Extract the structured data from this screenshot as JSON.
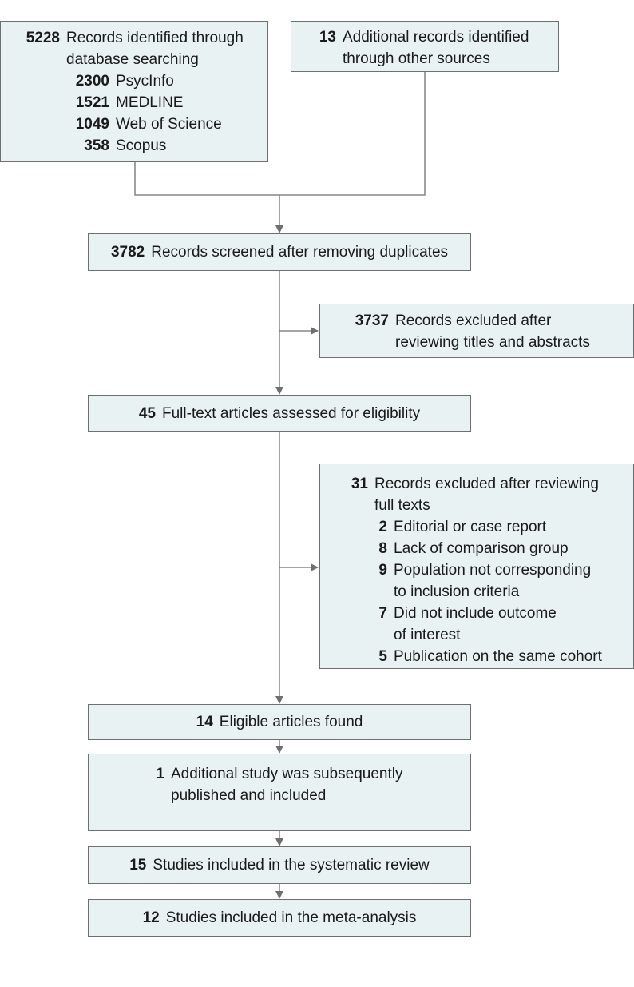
{
  "identified": {
    "count": "5228",
    "label_line1": "Records identified through",
    "label_line2": "database searching",
    "sources": [
      {
        "count": "2300",
        "label": "PsycInfo"
      },
      {
        "count": "1521",
        "label": "MEDLINE"
      },
      {
        "count": "1049",
        "label": "Web of Science"
      },
      {
        "count": "358",
        "label": "Scopus"
      }
    ]
  },
  "additional": {
    "count": "13",
    "label_line1": "Additional records identified",
    "label_line2": "through other sources"
  },
  "screened": {
    "count": "3782",
    "label": "Records screened after removing duplicates"
  },
  "excluded_abstracts": {
    "count": "3737",
    "label_line1": "Records excluded after",
    "label_line2": "reviewing titles and abstracts"
  },
  "fulltext": {
    "count": "45",
    "label": "Full-text articles assessed for eligibility"
  },
  "excluded_fulltext": {
    "count": "31",
    "label_line1": "Records excluded after reviewing",
    "label_line2": "full texts",
    "reasons": [
      {
        "count": "2",
        "line1": "Editorial or case report",
        "line2": ""
      },
      {
        "count": "8",
        "line1": "Lack of comparison group",
        "line2": ""
      },
      {
        "count": "9",
        "line1": "Population not corresponding",
        "line2": "to inclusion criteria"
      },
      {
        "count": "7",
        "line1": "Did not include outcome",
        "line2": "of interest"
      },
      {
        "count": "5",
        "line1": "Publication on the same cohort",
        "line2": ""
      }
    ]
  },
  "eligible": {
    "count": "14",
    "label": "Eligible articles found"
  },
  "additional_study": {
    "count": "1",
    "label_line1": "Additional study was subsequently",
    "label_line2": "published and included"
  },
  "systematic": {
    "count": "15",
    "label": "Studies included in the systematic review"
  },
  "meta": {
    "count": "12",
    "label": "Studies included in the meta-analysis"
  }
}
